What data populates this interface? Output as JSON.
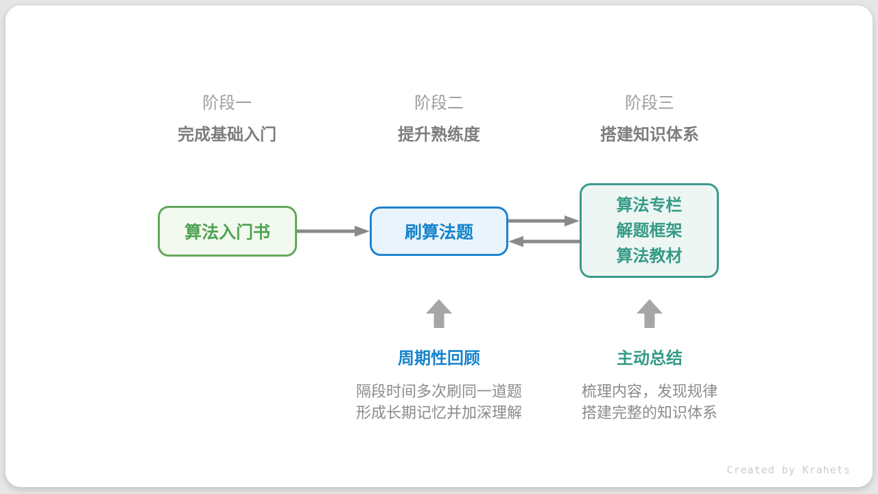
{
  "diagram": {
    "stages": [
      {
        "label": "阶段一",
        "subtitle": "完成基础入门",
        "box": {
          "lines": [
            "算法入门书"
          ]
        }
      },
      {
        "label": "阶段二",
        "subtitle": "提升熟练度",
        "box": {
          "lines": [
            "刷算法题"
          ]
        },
        "note": {
          "title": "周期性回顾",
          "desc_line1": "隔段时间多次刷同一道题",
          "desc_line2": "形成长期记忆并加深理解"
        }
      },
      {
        "label": "阶段三",
        "subtitle": "搭建知识体系",
        "box": {
          "lines": [
            "算法专栏",
            "解题框架",
            "算法教材"
          ]
        },
        "note": {
          "title": "主动总结",
          "desc_line1": "梳理内容，发现规律",
          "desc_line2": "搭建完整的知识体系"
        }
      }
    ],
    "credit": "Created by Krahets",
    "colors": {
      "green_border": "#63a55c",
      "green_text": "#4fa253",
      "green_bg": "#f2f9ee",
      "blue_border": "#1d82cd",
      "blue_text": "#1583cb",
      "blue_bg": "#eaf4fc",
      "teal_border": "#3b9a8c",
      "teal_text": "#349a87",
      "teal_bg": "#edf6f2",
      "connector_arrow": "#8a8a8a",
      "up_arrow": "#a6a6a6",
      "header_label": "#9d9d9d",
      "header_subtitle": "#7d7d7d",
      "description_text": "#8b8b8b",
      "credit_text": "#cccccc"
    }
  }
}
